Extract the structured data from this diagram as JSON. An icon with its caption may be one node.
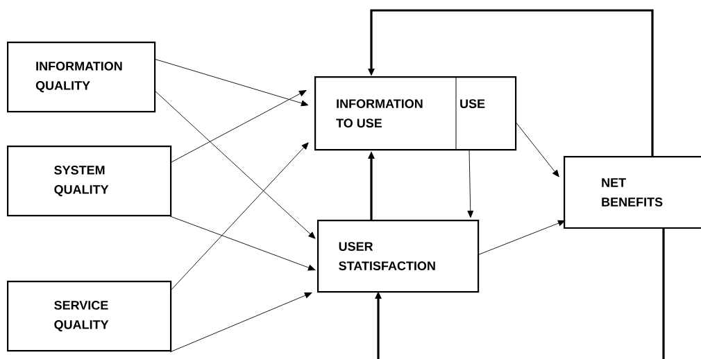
{
  "diagram": {
    "nodes": [
      {
        "text": [
          "INFORMATION QUALITY"
        ]
      },
      {
        "text": [
          "SYSTEM QUALITY"
        ]
      },
      {
        "text": [
          "SERVICE QUALITY"
        ]
      },
      {
        "text": [
          "INFORMATION TO USE",
          "USE"
        ]
      },
      {
        "text": [
          "NET BENEFITS"
        ]
      },
      {
        "text": [
          "USER STATISFACTION"
        ]
      }
    ],
    "edges": [
      {
        "from": 0,
        "to": 3,
        "arrow": "to"
      },
      {
        "from": 0,
        "to": 5,
        "arrow": "to"
      },
      {
        "from": 1,
        "to": 3,
        "arrow": "to"
      },
      {
        "from": 1,
        "to": 5,
        "arrow": "to"
      },
      {
        "from": 2,
        "to": 3,
        "arrow": "to"
      },
      {
        "from": 2,
        "to": 5,
        "arrow": "to"
      },
      {
        "from": 5,
        "to": 3,
        "arrow": "to",
        "style": "thick"
      },
      {
        "from": 3,
        "to": 5,
        "arrow": "to"
      },
      {
        "from": 3,
        "to": 4,
        "arrow": "to"
      },
      {
        "from": 5,
        "to": 4,
        "arrow": "to"
      },
      {
        "from": 4,
        "to": 3,
        "arrow": "to",
        "style": "thick"
      },
      {
        "from": 4,
        "to": 5,
        "arrow": "to",
        "style": "thick"
      }
    ]
  }
}
